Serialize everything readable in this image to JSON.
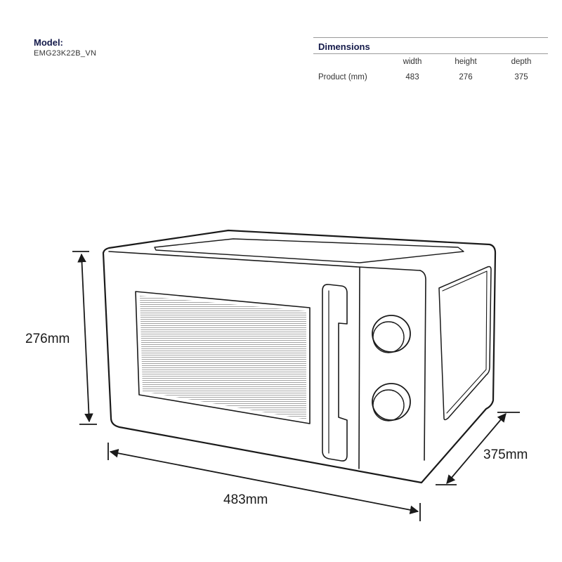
{
  "model": {
    "label": "Model:",
    "value": "EMG23K22B_VN"
  },
  "dimensions_table": {
    "title": "Dimensions",
    "headers": [
      "width",
      "height",
      "depth"
    ],
    "rows": [
      {
        "label": "Product (mm)",
        "values": [
          "483",
          "276",
          "375"
        ]
      }
    ]
  },
  "drawing": {
    "height_label": "276mm",
    "width_label": "483mm",
    "depth_label": "375mm"
  },
  "colors": {
    "heading": "#141a4a",
    "line": "#1a1a1a"
  }
}
